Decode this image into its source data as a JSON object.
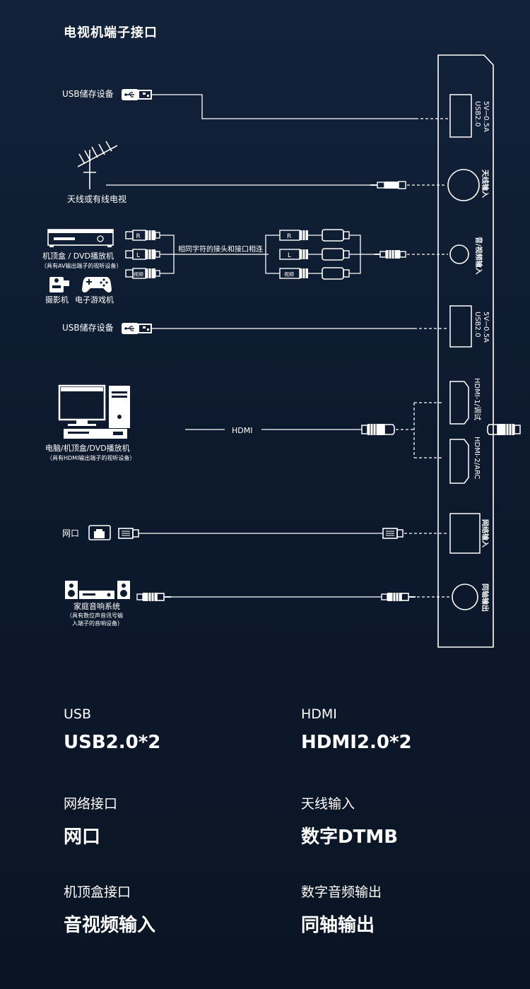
{
  "title": "电视机端子接口",
  "devices": {
    "usb_storage_1": "USB储存设备",
    "antenna": "天线或有线电视",
    "set_top_box": "机顶盒 / DVD播放机",
    "set_top_box_note": "（具有AV输出端子的视听设备）",
    "camera": "摄影机",
    "game_console": "电子游戏机",
    "usb_storage_2": "USB储存设备",
    "computer": "电脑/机顶盒/DVD播放机",
    "computer_note": "（具有HDMI输出端子的视听设备）",
    "network": "网口",
    "home_audio": "家庭音响系统",
    "home_audio_note_1": "（具有数位声音讯号输",
    "home_audio_note_2": "入端子的音响设备）"
  },
  "cable_labels": {
    "av_note": "相同字符的接头和接口相连",
    "hdmi": "HDMI",
    "plug_r": "R",
    "plug_l": "L",
    "plug_video": "视频"
  },
  "tv_ports": {
    "usb_1_line1": "USB2.0",
    "usb_1_line2": "5V⎓0.5A",
    "antenna_in": "天线输入",
    "av_in": "音/视频输入",
    "usb_2_line1": "USB2.0",
    "usb_2_line2": "5V⎓0.5A",
    "hdmi_1": "HDMI-1/调试",
    "hdmi_2": "HDMI-2/ARC",
    "network_in": "网络输入",
    "coaxial_out": "同轴输出"
  },
  "specs": [
    {
      "label": "USB",
      "value": "USB2.0*2"
    },
    {
      "label": "HDMI",
      "value": "HDMI2.0*2"
    },
    {
      "label": "网络接口",
      "value": "网口"
    },
    {
      "label": "天线输入",
      "value": "数字DTMB"
    },
    {
      "label": "机顶盒接口",
      "value": "音视频输入"
    },
    {
      "label": "数字音频输出",
      "value": "同轴输出"
    }
  ],
  "colors": {
    "background": "#0f1d31",
    "line": "#ffffff"
  }
}
